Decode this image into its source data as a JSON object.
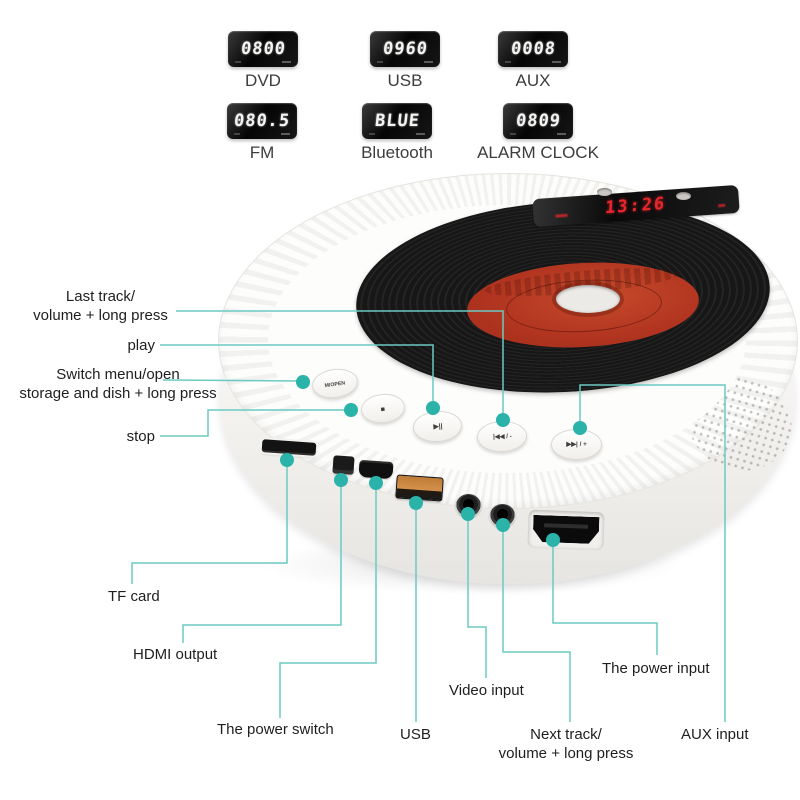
{
  "modes": [
    {
      "display": "0800",
      "label": "DVD"
    },
    {
      "display": "0960",
      "label": "USB"
    },
    {
      "display": "0008",
      "label": "AUX"
    },
    {
      "display": "080.5",
      "label": "FM"
    },
    {
      "display": "BLUE",
      "label": "Bluetooth"
    },
    {
      "display": "0809",
      "label": "ALARM CLOCK"
    }
  ],
  "device": {
    "clock": "13:26",
    "buttons": [
      {
        "glyph": "M/OPEN"
      },
      {
        "glyph": "■"
      },
      {
        "glyph": "▶||"
      },
      {
        "glyph": "|◀◀ / -"
      },
      {
        "glyph": "▶▶| / +"
      }
    ]
  },
  "callouts": {
    "last_track": "Last track/\nvolume + long press",
    "play": "play",
    "switch_menu": "Switch menu/open\nstorage and dish + long press",
    "stop": "stop",
    "tf_card": "TF card",
    "hdmi_output": "HDMI output",
    "power_switch": "The power switch",
    "usb": "USB",
    "video_input": "Video input",
    "next_track": "Next track/\nvolume + long press",
    "power_input": "The power input",
    "aux_input": "AUX input"
  },
  "colors": {
    "leader": "#6bcac3",
    "dot": "#2bb3a9",
    "clock_digit": "#e8262c",
    "usb_port": "#c9803f"
  }
}
